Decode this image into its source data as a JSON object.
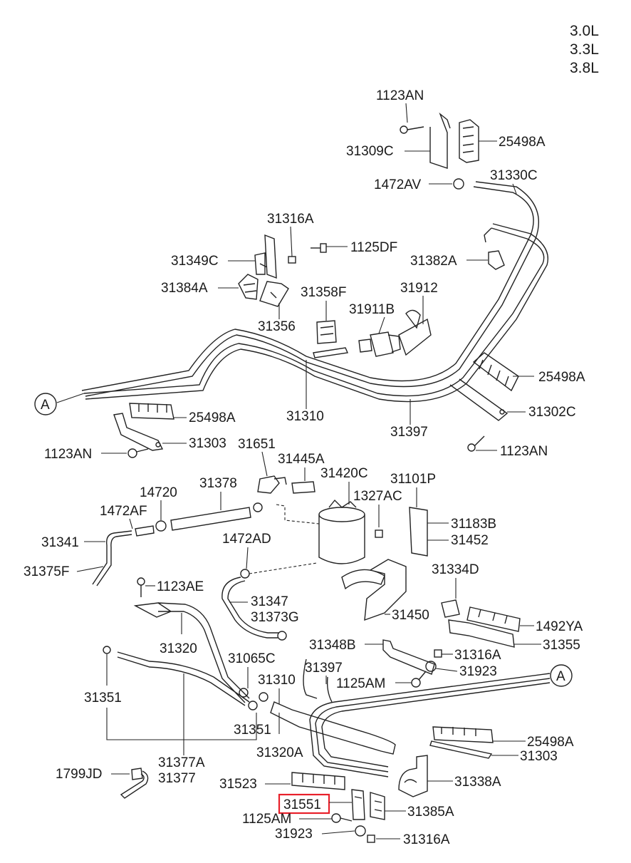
{
  "engine_variants": [
    "3.0L",
    "3.3L",
    "3.8L"
  ],
  "callouts": {
    "circle_a": "A",
    "circle_a2": "A"
  },
  "highlighted_part": "31551",
  "labels": {
    "p1123AN_top": "1123AN",
    "p31309C": "31309C",
    "p25498A_top": "25498A",
    "p1472AV": "1472AV",
    "p31330C": "31330C",
    "p31316A_top": "31316A",
    "p31349C": "31349C",
    "p1125DF": "1125DF",
    "p31382A": "31382A",
    "p31384A": "31384A",
    "p31358F": "31358F",
    "p31912": "31912",
    "p31911B": "31911B",
    "p31356": "31356",
    "p25498A_mid": "25498A",
    "p31310_top": "31310",
    "p31397_top": "31397",
    "p31302C": "31302C",
    "p25498A_left": "25498A",
    "p31303_left": "31303",
    "p1123AN_left": "1123AN",
    "p1123AN_right": "1123AN",
    "p31651": "31651",
    "p31445A": "31445A",
    "p31420C": "31420C",
    "p31101P": "31101P",
    "p14720": "14720",
    "p31378": "31378",
    "p1327AC": "1327AC",
    "p1472AF": "1472AF",
    "p31183B": "31183B",
    "p31341": "31341",
    "p31452": "31452",
    "p1472AD": "1472AD",
    "p31375F": "31375F",
    "p31334D": "31334D",
    "p1123AE": "1123AE",
    "p31347": "31347",
    "p31373G": "31373G",
    "p31450": "31450",
    "p1492YA": "1492YA",
    "p31320": "31320",
    "p31355": "31355",
    "p31348B": "31348B",
    "p31316A_mid": "31316A",
    "p31065C": "31065C",
    "p31923_mid": "31923",
    "p31310_bot": "31310",
    "p31397_bot": "31397",
    "p1125AM_mid": "1125AM",
    "p31351_left": "31351",
    "p31351_bot": "31351",
    "p25498A_bot": "25498A",
    "p31320A": "31320A",
    "p31303_bot": "31303",
    "p31377A": "31377A",
    "p1799JD": "1799JD",
    "p31377": "31377",
    "p31338A": "31338A",
    "p31523": "31523",
    "p31551": "31551",
    "p31385A": "31385A",
    "p1125AM_bot": "1125AM",
    "p31923_bot": "31923",
    "p31316A_bot": "31316A"
  }
}
